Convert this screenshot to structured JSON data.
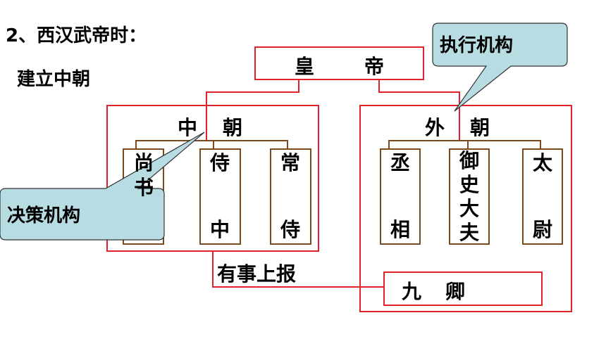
{
  "heading": "2、西汉武帝时：",
  "subheading": "建立中朝",
  "emperor": {
    "left": "皇",
    "right": "帝"
  },
  "inner_court": {
    "title_left": "中",
    "title_right": "朝",
    "offices": [
      {
        "top": "尚",
        "bottom": "书"
      },
      {
        "top": "侍",
        "bottom": "中"
      },
      {
        "top": "常",
        "bottom": "侍"
      }
    ]
  },
  "outer_court": {
    "title_left": "外",
    "title_right": "朝",
    "offices": [
      {
        "top": "丞",
        "bottom": "相"
      },
      {
        "top": "御史大夫",
        "bottom": ""
      },
      {
        "top": "太",
        "bottom": "尉"
      }
    ]
  },
  "report_label": "有事上报",
  "nine_ministers": {
    "left": "九",
    "right": "卿"
  },
  "callouts": {
    "decision": "决策机构",
    "execution": "执行机构"
  },
  "colors": {
    "frame_red": "#e0222a",
    "bracket_brown": "#7a4a1e",
    "callout_fill": "#b7dde3",
    "callout_stroke": "#333333"
  }
}
